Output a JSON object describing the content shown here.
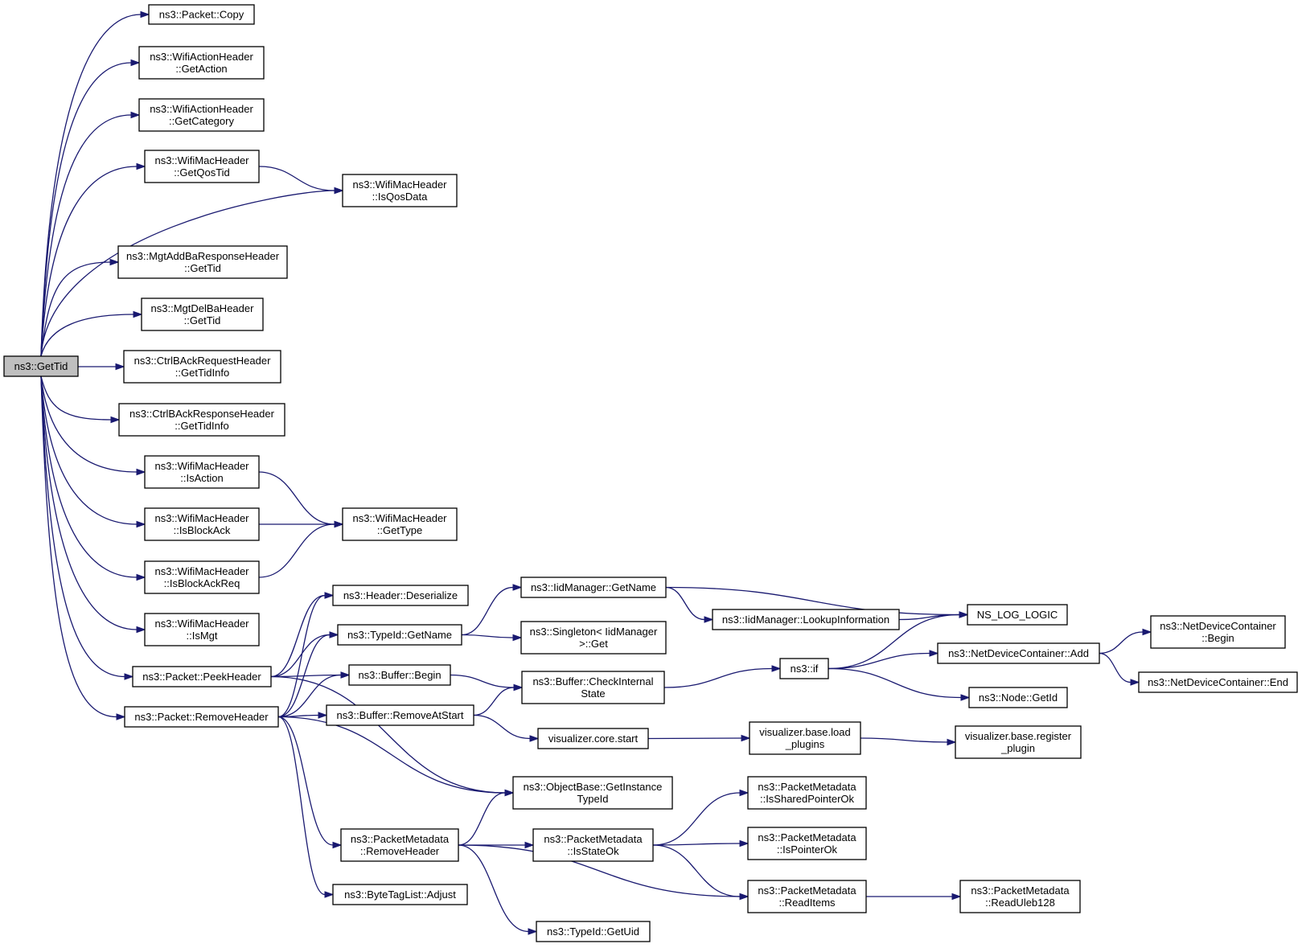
{
  "graph": {
    "nodes": [
      {
        "id": "root",
        "lines": [
          "ns3::GetTid"
        ],
        "root": true
      },
      {
        "id": "packet_copy",
        "lines": [
          "ns3::Packet::Copy"
        ]
      },
      {
        "id": "action_getaction",
        "lines": [
          "ns3::WifiActionHeader",
          "::GetAction"
        ]
      },
      {
        "id": "action_getcategory",
        "lines": [
          "ns3::WifiActionHeader",
          "::GetCategory"
        ]
      },
      {
        "id": "mac_getqostid",
        "lines": [
          "ns3::WifiMacHeader",
          "::GetQosTid"
        ]
      },
      {
        "id": "mac_isqosdata",
        "lines": [
          "ns3::WifiMacHeader",
          "::IsQosData"
        ]
      },
      {
        "id": "mgtaddba_gettid",
        "lines": [
          "ns3::MgtAddBaResponseHeader",
          "::GetTid"
        ]
      },
      {
        "id": "mgtdelba_gettid",
        "lines": [
          "ns3::MgtDelBaHeader",
          "::GetTid"
        ]
      },
      {
        "id": "ctrlreq_gettidinfo",
        "lines": [
          "ns3::CtrlBAckRequestHeader",
          "::GetTidInfo"
        ]
      },
      {
        "id": "ctrlresp_gettidinfo",
        "lines": [
          "ns3::CtrlBAckResponseHeader",
          "::GetTidInfo"
        ]
      },
      {
        "id": "mac_isaction",
        "lines": [
          "ns3::WifiMacHeader",
          "::IsAction"
        ]
      },
      {
        "id": "mac_isblockack",
        "lines": [
          "ns3::WifiMacHeader",
          "::IsBlockAck"
        ]
      },
      {
        "id": "mac_gettype",
        "lines": [
          "ns3::WifiMacHeader",
          "::GetType"
        ]
      },
      {
        "id": "mac_isblockackreq",
        "lines": [
          "ns3::WifiMacHeader",
          "::IsBlockAckReq"
        ]
      },
      {
        "id": "mac_ismgt",
        "lines": [
          "ns3::WifiMacHeader",
          "::IsMgt"
        ]
      },
      {
        "id": "packet_peekheader",
        "lines": [
          "ns3::Packet::PeekHeader"
        ]
      },
      {
        "id": "packet_removeheader",
        "lines": [
          "ns3::Packet::RemoveHeader"
        ]
      },
      {
        "id": "header_deserialize",
        "lines": [
          "ns3::Header::Deserialize"
        ]
      },
      {
        "id": "typeid_getname",
        "lines": [
          "ns3::TypeId::GetName"
        ]
      },
      {
        "id": "buffer_begin",
        "lines": [
          "ns3::Buffer::Begin"
        ]
      },
      {
        "id": "buffer_removeatstart",
        "lines": [
          "ns3::Buffer::RemoveAtStart"
        ]
      },
      {
        "id": "objectbase_getinstancetypeid",
        "lines": [
          "ns3::ObjectBase::GetInstance",
          "TypeId"
        ]
      },
      {
        "id": "pm_removeheader",
        "lines": [
          "ns3::PacketMetadata",
          "::RemoveHeader"
        ]
      },
      {
        "id": "bytetaglist_adjust",
        "lines": [
          "ns3::ByteTagList::Adjust"
        ]
      },
      {
        "id": "iidmanager_getname",
        "lines": [
          "ns3::IidManager::GetName"
        ]
      },
      {
        "id": "singleton_get",
        "lines": [
          "ns3::Singleton< IidManager",
          ">::Get"
        ]
      },
      {
        "id": "buffer_checkinternalstate",
        "lines": [
          "ns3::Buffer::CheckInternal",
          "State"
        ]
      },
      {
        "id": "visualizer_core_start",
        "lines": [
          "visualizer.core.start"
        ]
      },
      {
        "id": "pm_isstateok",
        "lines": [
          "ns3::PacketMetadata",
          "::IsStateOk"
        ]
      },
      {
        "id": "typeid_getuid",
        "lines": [
          "ns3::TypeId::GetUid"
        ]
      },
      {
        "id": "iidmanager_lookupinformation",
        "lines": [
          "ns3::IidManager::LookupInformation"
        ]
      },
      {
        "id": "ns3_if",
        "lines": [
          "ns3::if"
        ]
      },
      {
        "id": "visualizer_base_load_plugins",
        "lines": [
          "visualizer.base.load",
          "_plugins"
        ]
      },
      {
        "id": "pm_issharedpointerok",
        "lines": [
          "ns3::PacketMetadata",
          "::IsSharedPointerOk"
        ]
      },
      {
        "id": "pm_ispointerok",
        "lines": [
          "ns3::PacketMetadata",
          "::IsPointerOk"
        ]
      },
      {
        "id": "pm_readitems",
        "lines": [
          "ns3::PacketMetadata",
          "::ReadItems"
        ]
      },
      {
        "id": "ns_log_logic",
        "lines": [
          "NS_LOG_LOGIC"
        ]
      },
      {
        "id": "ndc_add",
        "lines": [
          "ns3::NetDeviceContainer::Add"
        ]
      },
      {
        "id": "node_getid",
        "lines": [
          "ns3::Node::GetId"
        ]
      },
      {
        "id": "visualizer_base_register_plugin",
        "lines": [
          "visualizer.base.register",
          "_plugin"
        ]
      },
      {
        "id": "pm_readuleb128",
        "lines": [
          "ns3::PacketMetadata",
          "::ReadUleb128"
        ]
      },
      {
        "id": "ndc_begin",
        "lines": [
          "ns3::NetDeviceContainer",
          "::Begin"
        ]
      },
      {
        "id": "ndc_end",
        "lines": [
          "ns3::NetDeviceContainer::End"
        ]
      }
    ]
  }
}
